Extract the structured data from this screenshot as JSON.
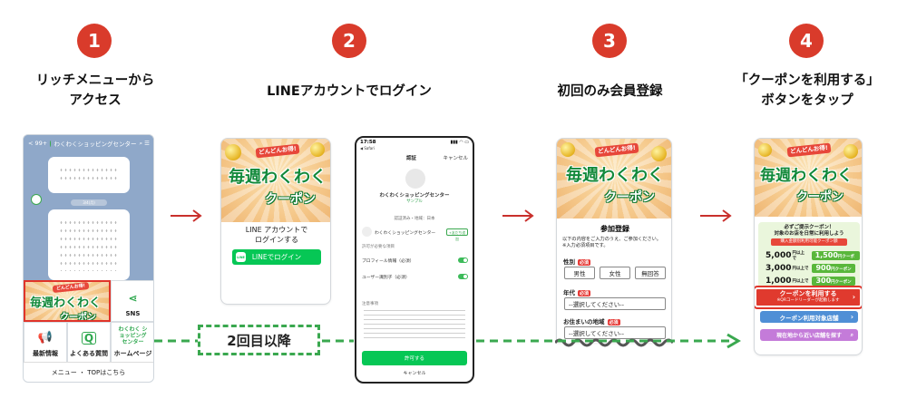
{
  "steps": [
    {
      "num": "1",
      "title": "リッチメニューから\nアクセス"
    },
    {
      "num": "2",
      "title": "LINEアカウントでログイン"
    },
    {
      "num": "3",
      "title": "初回のみ会員登録"
    },
    {
      "num": "4",
      "title": "「クーポンを利用する」\nボタンをタップ"
    }
  ],
  "colors": {
    "step_red": "#d93b2b",
    "line_green": "#06c755",
    "arrow_red": "#c9302c",
    "dash_green": "#3aa84f"
  },
  "line_chat": {
    "header_back": "< 99+",
    "account_name": "わくわくショッピングセンター",
    "bubble_date": "3/4(月)",
    "rich_menu": {
      "coupon_ribbon": "どんどんお得!",
      "coupon_main": "毎週わくわく",
      "coupon_sub": "クーポン",
      "sns": "SNS",
      "news": "最新情報",
      "faq": "よくある質問",
      "home": "ホームページ",
      "home_logo_text": "わくわく ショッピング センター"
    },
    "footer": "メニュー ・ TOPはこちら"
  },
  "banner": {
    "ribbon": "どんどんお得!",
    "main": "毎週わくわく",
    "sub": "クーポン"
  },
  "login_card": {
    "text": "LINE アカウントで\nログインする",
    "button": "LINEでログイン",
    "logo": "LINE"
  },
  "consent_screen": {
    "time": "17:58",
    "back": "◀ Safari",
    "title": "認証",
    "cancel": "キャンセル",
    "account_name": "わくわくショッピングセンター",
    "account_sub": "サンプル",
    "provider": "認証済み・地域：日本",
    "service_name": "わくわくショッピングセンター",
    "friend_button": "+友だち追加",
    "permission_header": "許可が必要な項目",
    "perm1": "プロフィール情報（必須）",
    "perm2": "ユーザー識別子（必須）",
    "notes_header": "注意事項",
    "allow": "許可する",
    "cancel_bottom": "キャンセル"
  },
  "register": {
    "title": "参加登録",
    "intro": "以下の内容をご入力のうえ、ご参加ください。\n※入力必須項目です。",
    "gender_label": "性別",
    "required": "必須",
    "genders": [
      "男性",
      "女性",
      "無回答"
    ],
    "age_label": "年代",
    "age_placeholder": "--選択してください--",
    "area_label": "お住まいの地域",
    "area_placeholder": "--選択してください--"
  },
  "coupon_page": {
    "intro": "必ずご提示クーポン！\n対象のお店を日常に利用しよう",
    "tag": "購入金額別利用可能クーポン額",
    "rows": [
      {
        "spend": "5,000",
        "unit": "円以上で",
        "off": "1,500",
        "off_unit": "円クーポン"
      },
      {
        "spend": "3,000",
        "unit": "円以上で",
        "off": "900",
        "off_unit": "円クーポン"
      },
      {
        "spend": "1,000",
        "unit": "円以上で",
        "off": "300",
        "off_unit": "円クーポン"
      }
    ],
    "use_button": "クーポンを利用する",
    "use_button_sub": "※QRコードリーダーが起動します",
    "stores_button": "クーポン利用対象店舗",
    "search_button": "現在地から近い店舗を探す"
  },
  "second_time": "2回目以降"
}
